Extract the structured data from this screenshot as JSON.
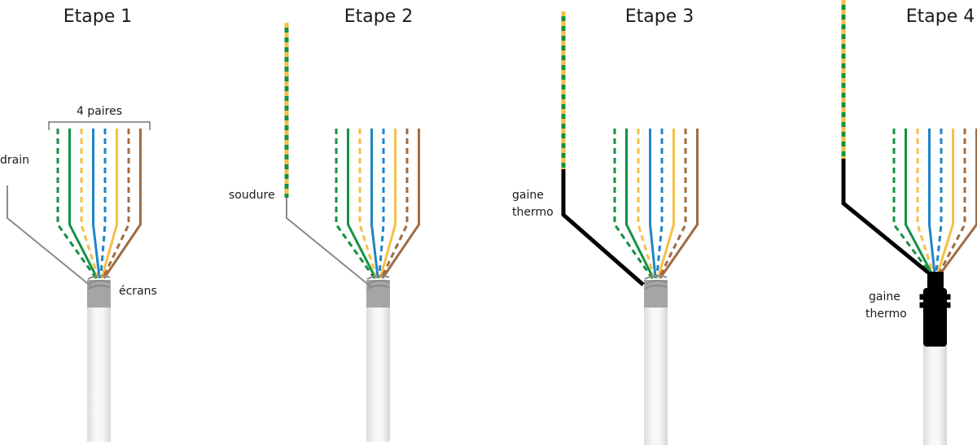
{
  "panels": [
    {
      "title": "Etape 1",
      "labels": {
        "pairs": "4 paires",
        "drain": "drain",
        "screens": "écrans"
      }
    },
    {
      "title": "Etape 2",
      "labels": {
        "solder": "soudure"
      }
    },
    {
      "title": "Etape 3",
      "labels": {
        "heatshrink_1": "gaine",
        "heatshrink_2": "thermo"
      }
    },
    {
      "title": "Etape 4",
      "labels": {
        "heatshrink_1": "gaine",
        "heatshrink_2": "thermo"
      }
    }
  ],
  "colors": {
    "green": "#149142",
    "orange": "#f6bf45",
    "blue": "#1e86c6",
    "brown": "#a06c43",
    "drain": "#8a8a8a",
    "screen": "#a5a5a5",
    "sheath": "#f0f0f0",
    "heatshrink": "#000000"
  },
  "wire_order": [
    "green-dashed",
    "green",
    "orange-dashed",
    "blue",
    "blue-dashed",
    "orange",
    "brown-dashed",
    "brown"
  ]
}
